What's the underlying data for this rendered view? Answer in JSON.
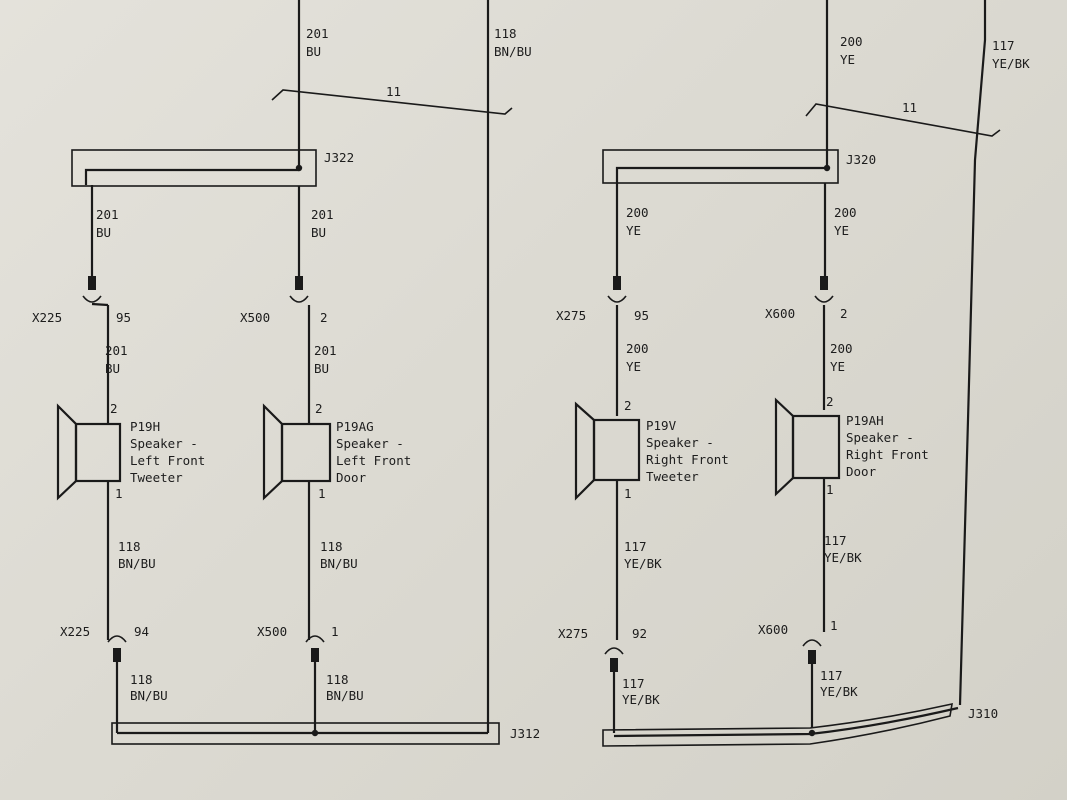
{
  "wires": {
    "w201_top": {
      "num": "201",
      "color": "BU"
    },
    "w118_top": {
      "num": "118",
      "color": "BN/BU"
    },
    "w200_top": {
      "num": "200",
      "color": "YE"
    },
    "w117_top": {
      "num": "117",
      "color": "YE/BK"
    },
    "shield_left": "11",
    "shield_right": "11",
    "l1_upper": {
      "num": "201",
      "color": "BU"
    },
    "l1_mid": {
      "num": "201",
      "color": "BU"
    },
    "l1_low": {
      "num": "118",
      "color": "BN/BU"
    },
    "l1_bot": {
      "num": "118",
      "color": "BN/BU"
    },
    "l2_upper": {
      "num": "201",
      "color": "BU"
    },
    "l2_mid": {
      "num": "201",
      "color": "BU"
    },
    "l2_low": {
      "num": "118",
      "color": "BN/BU"
    },
    "l2_bot": {
      "num": "118",
      "color": "BN/BU"
    },
    "r1_upper": {
      "num": "200",
      "color": "YE"
    },
    "r1_mid": {
      "num": "200",
      "color": "YE"
    },
    "r1_low": {
      "num": "117",
      "color": "YE/BK"
    },
    "r1_bot": {
      "num": "117",
      "color": "YE/BK"
    },
    "r2_upper": {
      "num": "200",
      "color": "YE"
    },
    "r2_mid": {
      "num": "200",
      "color": "YE"
    },
    "r2_low": {
      "num": "117",
      "color": "YE/BK"
    },
    "r2_bot": {
      "num": "117",
      "color": "YE/BK"
    }
  },
  "splices": {
    "j322": "J322",
    "j320": "J320",
    "j312": "J312",
    "j310": "J310"
  },
  "connectors": {
    "l1_top": {
      "id": "X225",
      "pin": "95"
    },
    "l1_bot": {
      "id": "X225",
      "pin": "94"
    },
    "l2_top": {
      "id": "X500",
      "pin": "2"
    },
    "l2_bot": {
      "id": "X500",
      "pin": "1"
    },
    "r1_top": {
      "id": "X275",
      "pin": "95"
    },
    "r1_bot": {
      "id": "X275",
      "pin": "92"
    },
    "r2_top": {
      "id": "X600",
      "pin": "2"
    },
    "r2_bot": {
      "id": "X600",
      "pin": "1"
    }
  },
  "speakers": {
    "p19h": {
      "id": "P19H",
      "line1": "Speaker -",
      "line2": "Left Front",
      "line3": "Tweeter",
      "pin_top": "2",
      "pin_bot": "1"
    },
    "p19ag": {
      "id": "P19AG",
      "line1": "Speaker -",
      "line2": "Left Front",
      "line3": "Door",
      "pin_top": "2",
      "pin_bot": "1"
    },
    "p19v": {
      "id": "P19V",
      "line1": "Speaker -",
      "line2": "Right Front",
      "line3": "Tweeter",
      "pin_top": "2",
      "pin_bot": "1"
    },
    "p19ah": {
      "id": "P19AH",
      "line1": "Speaker -",
      "line2": "Right Front",
      "line3": "Door",
      "pin_top": "2",
      "pin_bot": "1"
    }
  }
}
